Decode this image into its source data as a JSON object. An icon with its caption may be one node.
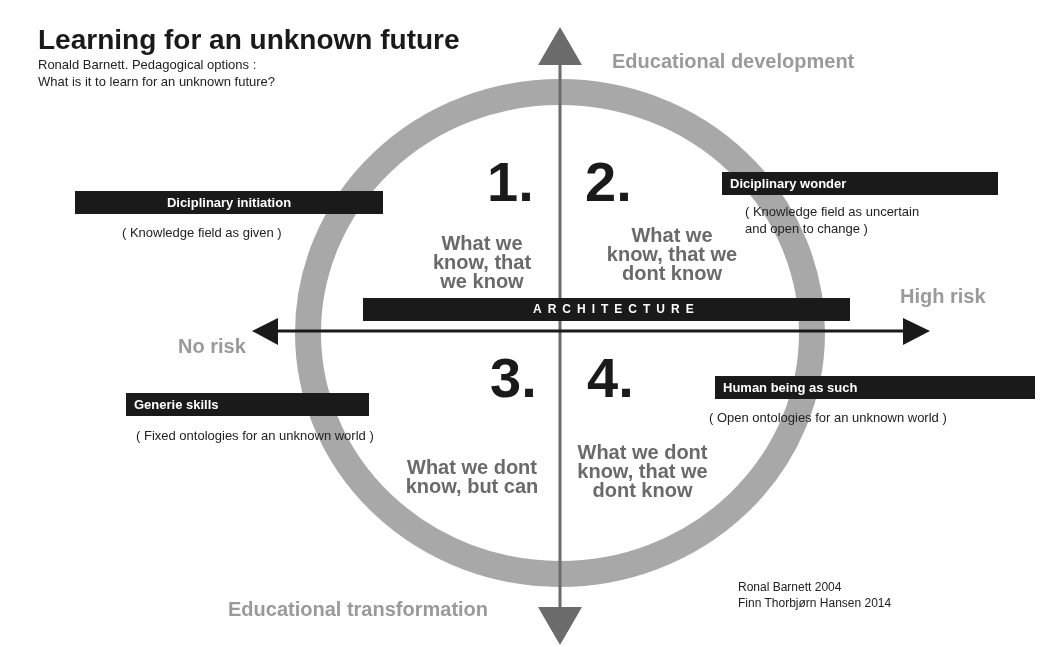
{
  "diagram": {
    "title": "Learning for an unknown future",
    "nodes": [
      {
        "text": [
          "Diciplinary initiation"
        ],
        "beside": [
          "( Knowledge field as given )"
        ]
      },
      {
        "text": [
          "Diciplinary wonder"
        ],
        "beside": [
          "( Knowledge field as uncertain and open to change )"
        ]
      },
      {
        "text": [
          "ARCHITECTURE"
        ]
      },
      {
        "text": [
          "Generie skills"
        ],
        "beside": [
          "( Fixed ontologies for an unknown world )"
        ]
      },
      {
        "text": [
          "Human being as such"
        ],
        "beside": [
          "( Open ontologies for an unknown world )"
        ]
      }
    ],
    "edges": [],
    "labels": [
      "Ronald Barnett. Pedagogical options : What is it to learn for an unknown future?",
      "Educational development",
      "1.",
      "2.",
      "What we know, that we know",
      "What we know, that we dont know",
      "High risk",
      "No risk",
      "3.",
      "4.",
      "What we dont know, but can",
      "What we dont know, that we dont know",
      "Ronal Barnett 2004",
      "Educational transformation",
      "Finn Thorbjørn Hansen 2014"
    ]
  }
}
